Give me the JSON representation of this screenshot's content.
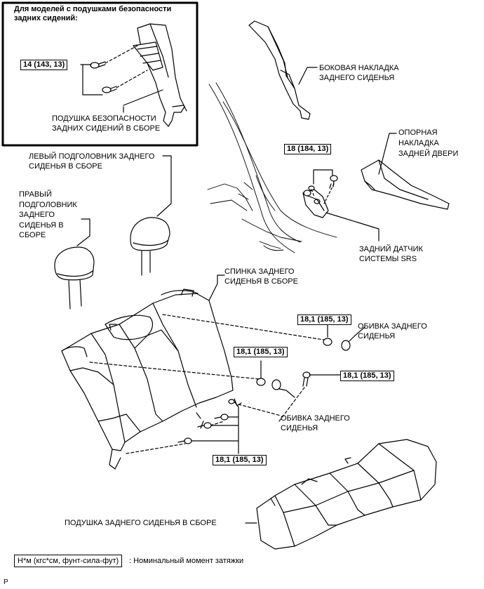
{
  "inset": {
    "title": "Для моделей с подушками безопасности\nзадних сидений:",
    "torque": "14 (143, 13)",
    "airbag_label": "ПОДУШКА БЕЗОПАСНОСТИ\nЗАДНИХ СИДЕНИЙ В СБОРЕ"
  },
  "labels": {
    "side_trim": "БОКОВАЯ НАКЛАДКА\nЗАДНЕГО СИДЕНЬЯ",
    "door_scuff": "ОПОРНАЯ\nНАКЛАДКА\nЗАДНЕЙ ДВЕРИ",
    "left_headrest": "ЛЕВЫЙ ПОДГОЛОВНИК ЗАДНЕГО\nСИДЕНЬЯ В СБОРЕ",
    "right_headrest": "ПРАВЫЙ\nПОДГОЛОВНИК\nЗАДНЕГО\nСИДЕНЬЯ В\nСБОРЕ",
    "srs_sensor": "ЗАДНИЙ ДАТЧИК\nСИСТЕМЫ SRS",
    "seatback": "СПИНКА ЗАДНЕГО\nСИДЕНЬЯ В СБОРЕ",
    "cover_1": "ОБИВКА ЗАДНЕГО\nСИДЕНЬЯ",
    "cover_2": "ОБИВКА ЗАДНЕГО\nСИДЕНЬЯ",
    "cushion": "ПОДУШКА ЗАДНЕГО СИДЕНЬЯ В СБОРЕ"
  },
  "torques": {
    "sensor": "18 (184, 13)",
    "nut_upper": "18,1 (185, 13)",
    "nut_middle": "18,1 (185, 13)",
    "bolt_right": "18,1 (185, 13)",
    "bolt_lower": "18,1 (185, 13)"
  },
  "legend": {
    "box": "Н*м (кгс*см, фунт-сила-фут)",
    "text": ": Номинальный момент затяжки"
  },
  "footer_mark": "P"
}
